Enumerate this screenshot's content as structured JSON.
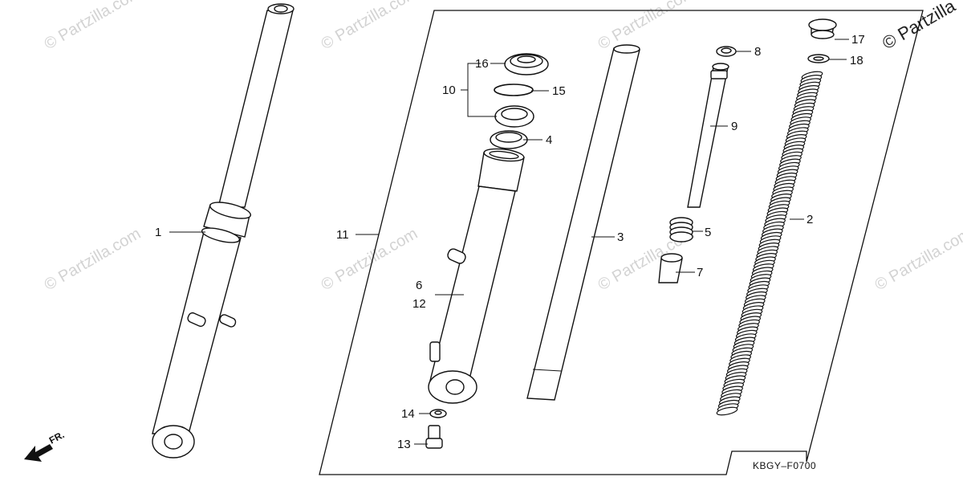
{
  "watermarks": {
    "text": "© Partzilla.com",
    "corner_text": "© Partzilla"
  },
  "direction_label": "FR.",
  "diagram_code": "KBGY–F0700",
  "callouts": {
    "c1": "1",
    "c2": "2",
    "c3": "3",
    "c4": "4",
    "c5": "5",
    "c6": "6",
    "c7": "7",
    "c8": "8",
    "c9": "9",
    "c10": "10",
    "c11": "11",
    "c12": "12",
    "c13": "13",
    "c14": "14",
    "c15": "15",
    "c16": "16",
    "c17": "17",
    "c18": "18"
  }
}
